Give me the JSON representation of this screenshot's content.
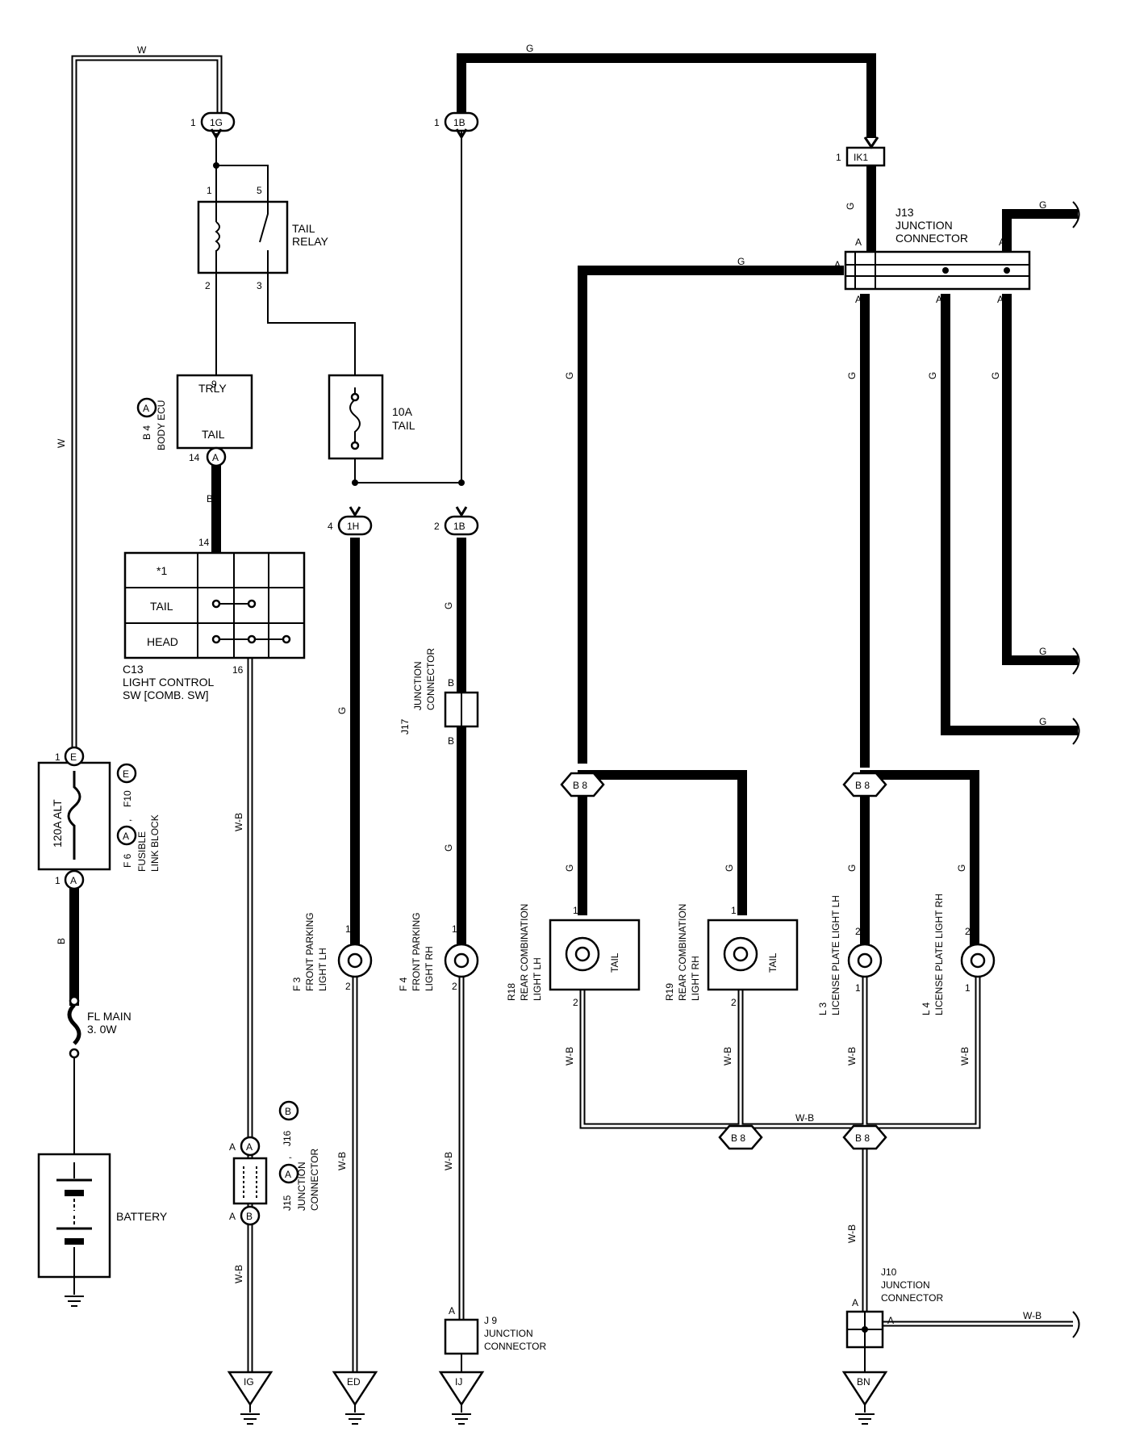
{
  "wire_colors": {
    "white": "W",
    "green": "G",
    "blue": "B",
    "white_black": "W-B"
  },
  "pins": {
    "p1": "1",
    "p2": "2",
    "p3": "3",
    "p4": "4",
    "p5": "5",
    "p9": "9",
    "p14": "14",
    "p16": "16",
    "pA": "A",
    "pB": "B"
  },
  "connectors": {
    "c1G": "1G",
    "c1B": "1B",
    "c1H": "1H",
    "cIK1": "IK1",
    "cA": "A",
    "cB": "B",
    "cE": "E",
    "cB8": "B 8"
  },
  "components": {
    "tail_relay": [
      "TAIL",
      "RELAY"
    ],
    "body_ecu": {
      "code": "B 4",
      "name": "BODY ECU",
      "trly": "TRLY",
      "tail": "TAIL"
    },
    "fuse_tail": [
      "10A",
      "TAIL"
    ],
    "light_sw": {
      "rows": [
        "*1",
        "TAIL",
        "HEAD"
      ],
      "lines": [
        "C13",
        "LIGHT CONTROL",
        "SW [COMB. SW]"
      ]
    },
    "fusible": {
      "alt": "120A ALT",
      "code": "F10",
      "code2": "F 6",
      "sep": ",",
      "lines": [
        "FUSIBLE",
        "LINK BLOCK"
      ]
    },
    "fl_main": [
      "FL MAIN",
      "3. 0W"
    ],
    "battery": "BATTERY",
    "j13": [
      "J13",
      "JUNCTION",
      "CONNECTOR"
    ],
    "j17": [
      "J17",
      "JUNCTION",
      "CONNECTOR"
    ],
    "j15": {
      "lines": [
        "J15",
        ",",
        "J16",
        "JUNCTION",
        "CONNECTOR"
      ]
    },
    "j9": [
      "J 9",
      "JUNCTION",
      "CONNECTOR"
    ],
    "j10": [
      "J10",
      "JUNCTION",
      "CONNECTOR"
    ],
    "f3": [
      "F 3",
      "FRONT PARKING",
      "LIGHT LH"
    ],
    "f4": [
      "F 4",
      "FRONT PARKING",
      "LIGHT RH"
    ],
    "r18": [
      "R18",
      "REAR COMBINATION",
      "LIGHT LH"
    ],
    "r19": [
      "R19",
      "REAR COMBINATION",
      "LIGHT RH"
    ],
    "l3": [
      "L 3",
      "LICENSE PLATE LIGHT LH"
    ],
    "l4": [
      "L 4",
      "LICENSE PLATE LIGHT RH"
    ],
    "tail_lamp": "TAIL"
  },
  "grounds": [
    "IG",
    "ED",
    "IJ",
    "BN"
  ]
}
